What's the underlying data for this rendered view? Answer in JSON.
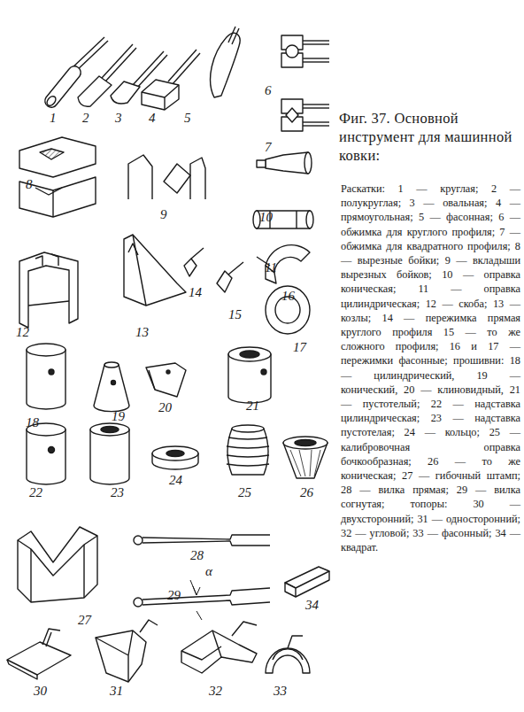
{
  "diagram": {
    "title": "Фиг. 37. Основной инструмент для машинной ковки:",
    "caption": "Раскатки: 1 — круглая; 2 — полукруглая; 3 — овальная; 4 — прямоугольная; 5 — фасонная; 6 — обжимка для круглого профиля; 7 — обжимка для квадратного профиля; 8 — вырезные бойки; 9 — вкладыши вырезных бойков; 10 — оправка коническая; 11 — оправка цилиндрическая; 12 — скоба; 13 — козлы; 14 — пережимка прямая круглого профиля 15 — то же сложного профиля; 16 и 17 — пережимки фасонные; прошивни: 18 — цилиндрический, 19 — конический, 20 — клиновидный, 21 — пустотелый; 22 — надставка цилиндрическая; 23 — надставка пустотелая; 24 — кольцо; 25 — калибровочная оправка бочкообразная; 26 — то же коническая; 27 — гибочный штамп; 28 — вилка прямая; 29 — вилка согнутая; топоры: 30 — двухсторонний; 31 — односторонний; 32 — угловой; 33 — фасонный; 34 — квадрат.",
    "labels": [
      "1",
      "2",
      "3",
      "4",
      "5",
      "6",
      "7",
      "8",
      "9",
      "10",
      "11",
      "12",
      "13",
      "14",
      "15",
      "16",
      "17",
      "18",
      "19",
      "20",
      "21",
      "22",
      "23",
      "24",
      "25",
      "26",
      "27",
      "28",
      "29",
      "30",
      "31",
      "32",
      "33",
      "34",
      "α"
    ]
  }
}
